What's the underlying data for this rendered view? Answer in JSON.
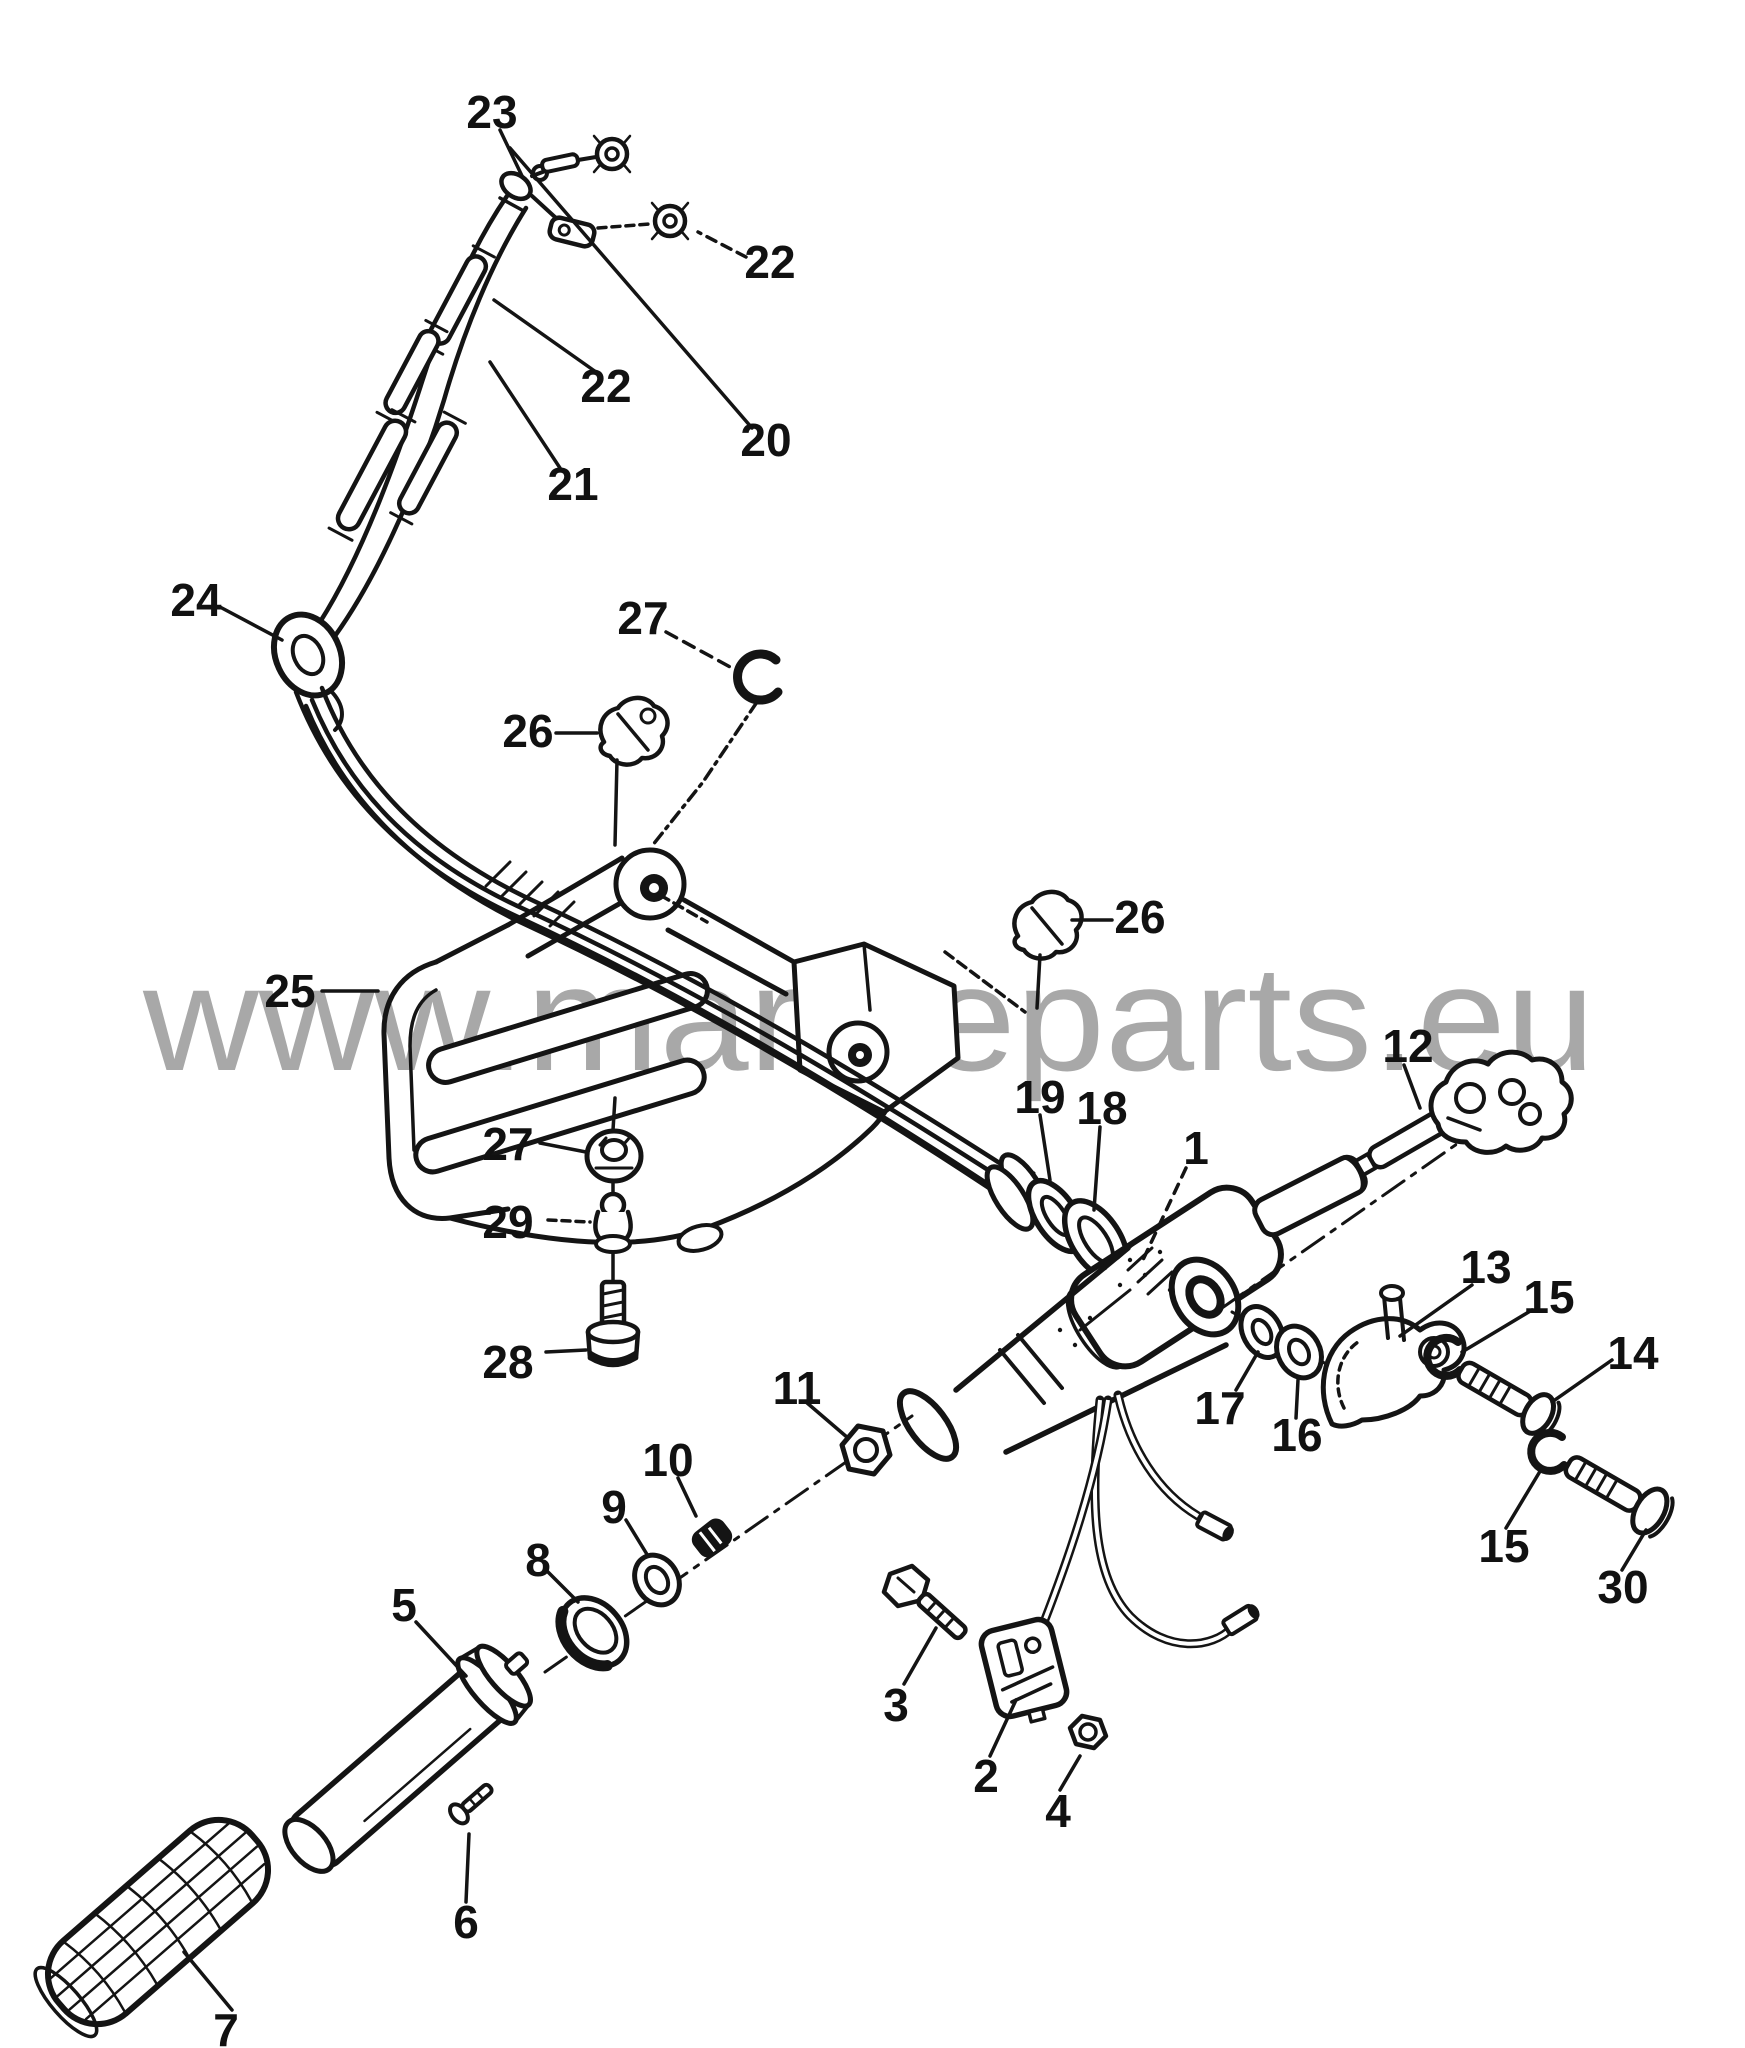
{
  "watermark": {
    "text": "www.marineparts.eu",
    "color": "#a8a8a8"
  },
  "diagram": {
    "ink_color": "#141414",
    "background": "#ffffff",
    "type": "exploded-parts-diagram",
    "subject": "outboard tiller handle assembly"
  },
  "labels": {
    "l23": "23",
    "l22a": "22",
    "l22b": "22",
    "l21": "21",
    "l20": "20",
    "l24": "24",
    "l27a": "27",
    "l26a": "26",
    "l25": "25",
    "l26b": "26",
    "l19": "19",
    "l18": "18",
    "l1": "1",
    "l12": "12",
    "l27b": "27",
    "l29": "29",
    "l28": "28",
    "l11": "11",
    "l10": "10",
    "l9": "9",
    "l8": "8",
    "l5": "5",
    "l13": "13",
    "l15a": "15",
    "l14": "14",
    "l17": "17",
    "l16": "16",
    "l15b": "15",
    "l30": "30",
    "l3": "3",
    "l2": "2",
    "l4": "4",
    "l6": "6",
    "l7": "7"
  }
}
